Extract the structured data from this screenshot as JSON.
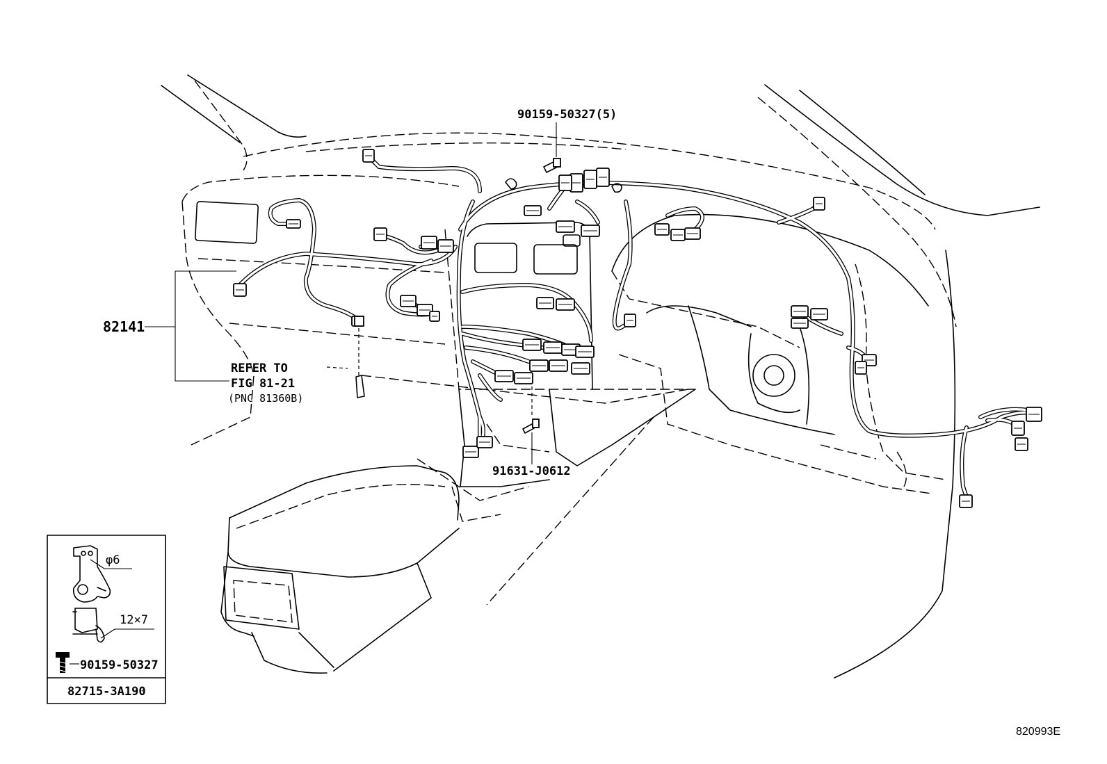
{
  "labels": {
    "harness_part": "82141",
    "refer_line1": "REFER TO",
    "refer_line2": "FIG 81-21",
    "refer_line3": "(PNC 81360B)",
    "top_bolt": "90159-50327(5)",
    "lower_bolt": "91631-J0612"
  },
  "inset": {
    "hole_label": "φ6",
    "slot_label": "12×7",
    "bolt_part": "90159-50327",
    "bracket_part": "82715-3A190"
  },
  "figure_code": "820993E"
}
